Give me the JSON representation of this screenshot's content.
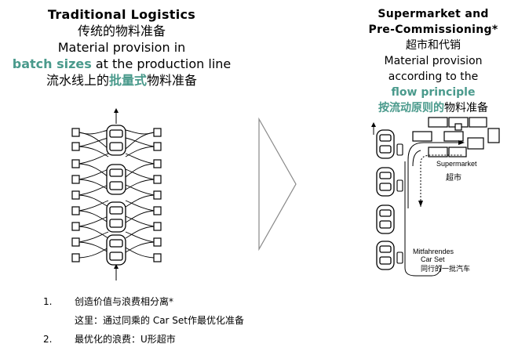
{
  "left": {
    "title": "Traditional Logistics",
    "title_cn": "传统的物料准备",
    "line1": "Material provision in",
    "line2_highlight": "batch sizes",
    "line2_rest": " at the production line",
    "line3_cn_prefix": "流水线上的",
    "line3_cn_highlight": "批量式",
    "line3_cn_suffix": "物料准备"
  },
  "right": {
    "title_line1": "Supermarket and",
    "title_line2": "Pre-Commissioning*",
    "title_cn": "超市和代销",
    "line1": "Material provision",
    "line2": "according to the",
    "line3_highlight": "flow principle",
    "line4_cn_highlight": "按流动原则的",
    "line4_cn_suffix": "物料准备",
    "supermarket_label": "Supermarket",
    "supermarket_label_cn": "超市",
    "carset_line1": "Mitfahrendes",
    "carset_line2": "Car Set",
    "carset_cn": "同行的一批汽车"
  },
  "notes": [
    {
      "num": "1.",
      "text": "创造价值与浪费相分离*"
    },
    {
      "num": "",
      "text": "这里：通过同乘的 Car Set作最优化准备"
    },
    {
      "num": "2.",
      "text": "最优化的浪费：U形超市"
    }
  ],
  "colors": {
    "accent": "#4a9a8c",
    "ink": "#000000",
    "chevron": "#888888"
  }
}
